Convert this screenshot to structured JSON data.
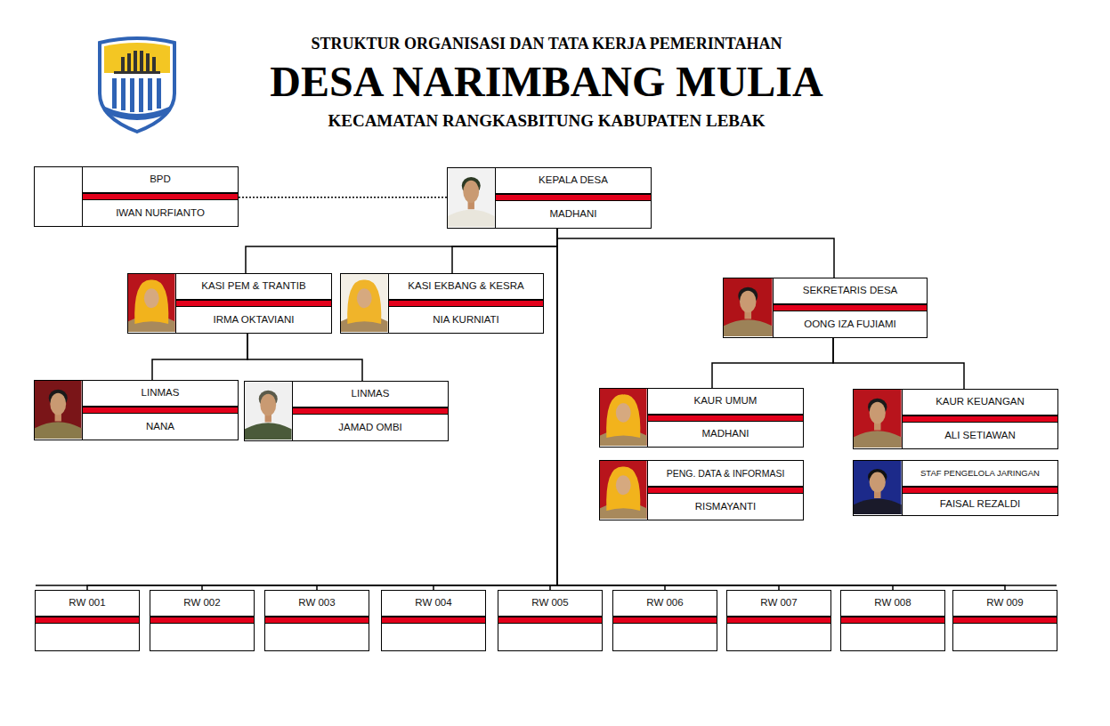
{
  "diagram": {
    "title": "DESA NARIMBANG MULIA",
    "nodes": [
      {
        "text": [
          "BPD",
          "IWAN NURFIANTO"
        ]
      },
      {
        "text": [
          "KEPALA DESA",
          "MADHANI"
        ]
      },
      {
        "text": [
          "KASI PEM & TRANTIB",
          "IRMA OKTAVIANI"
        ]
      },
      {
        "text": [
          "KASI EKBANG & KESRA",
          "NIA KURNIATI"
        ]
      },
      {
        "text": [
          "SEKRETARIS DESA",
          "OONG IZA FUJIAMI"
        ]
      },
      {
        "text": [
          "LINMAS",
          "NANA"
        ]
      },
      {
        "text": [
          "LINMAS",
          "JAMAD OMBI"
        ]
      },
      {
        "text": [
          "KAUR UMUM",
          "MADHANI"
        ]
      },
      {
        "text": [
          "KAUR KEUANGAN",
          "ALI SETIAWAN"
        ]
      },
      {
        "text": [
          "PENG. DATA & INFORMASI",
          "RISMAYANTI"
        ]
      },
      {
        "text": [
          "STAF PENGELOLA JARINGAN",
          "FAISAL REZALDI"
        ]
      },
      {
        "text": [
          "RW 001"
        ]
      },
      {
        "text": [
          "RW 002"
        ]
      },
      {
        "text": [
          "RW 003"
        ]
      },
      {
        "text": [
          "RW 004"
        ]
      },
      {
        "text": [
          "RW 005"
        ]
      },
      {
        "text": [
          "RW 006"
        ]
      },
      {
        "text": [
          "RW 007"
        ]
      },
      {
        "text": [
          "RW 008"
        ]
      },
      {
        "text": [
          "RW 009"
        ]
      }
    ],
    "edges": [
      {
        "from": 0,
        "to": 1,
        "arrow": "none"
      },
      {
        "from": 1,
        "to": 2,
        "arrow": "none"
      },
      {
        "from": 1,
        "to": 3,
        "arrow": "none"
      },
      {
        "from": 1,
        "to": 4,
        "arrow": "none"
      },
      {
        "from": 2,
        "to": 5,
        "arrow": "none"
      },
      {
        "from": 2,
        "to": 6,
        "arrow": "none"
      },
      {
        "from": 4,
        "to": 7,
        "arrow": "none"
      },
      {
        "from": 4,
        "to": 8,
        "arrow": "none"
      },
      {
        "from": 1,
        "to": 11,
        "arrow": "none"
      },
      {
        "from": 1,
        "to": 12,
        "arrow": "none"
      },
      {
        "from": 1,
        "to": 13,
        "arrow": "none"
      },
      {
        "from": 1,
        "to": 14,
        "arrow": "none"
      },
      {
        "from": 1,
        "to": 15,
        "arrow": "none"
      },
      {
        "from": 1,
        "to": 16,
        "arrow": "none"
      },
      {
        "from": 1,
        "to": 17,
        "arrow": "none"
      },
      {
        "from": 1,
        "to": 18,
        "arrow": "none"
      },
      {
        "from": 1,
        "to": 19,
        "arrow": "none"
      }
    ],
    "labels": [
      "STRUKTUR ORGANISASI DAN TATA KERJA PEMERINTAHAN",
      "KECAMATAN RANGKASBITUNG KABUPATEN LEBAK"
    ]
  }
}
